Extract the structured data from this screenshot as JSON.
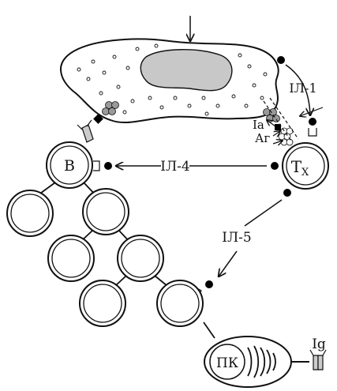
{
  "labels": {
    "b_cell": "B",
    "t_helper_main": "T",
    "t_helper_sub": "X",
    "il1": "IЛ-1",
    "il4": "IЛ-4",
    "il5": "IЛ-5",
    "ia": "Ia",
    "ag": "Аг",
    "plasma_cell": "ПК",
    "ig": "Ig"
  },
  "colors": {
    "stroke": "#111111",
    "nucleus": "#c8c8c8",
    "fill": "#ffffff",
    "dot": "#000000"
  }
}
